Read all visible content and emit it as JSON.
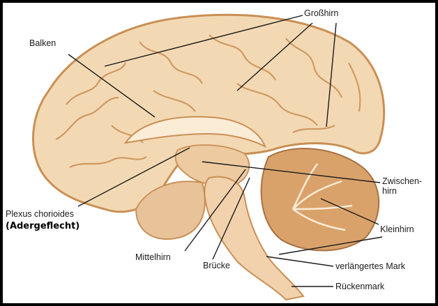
{
  "colors": {
    "frame": "#000000",
    "brain_fill": "#f3d9b3",
    "brain_shadow": "#c98f55",
    "cerebellum": "#d9a26b",
    "leader_line": "#1a1a1a"
  },
  "labels": {
    "grosshirn": "Großhirn",
    "balken": "Balken",
    "zwischenhirn_line1": "Zwischen-",
    "zwischenhirn_line2": "hirn",
    "kleinhirn": "Kleinhirn",
    "plexus": "Plexus chorioides",
    "adergeflecht": "(Adergeflecht)",
    "mittelhirn": "Mittelhirn",
    "bruecke": "Brücke",
    "verlaengertes_mark": "verlängertes Mark",
    "rueckenmark": "Rückenmark"
  }
}
